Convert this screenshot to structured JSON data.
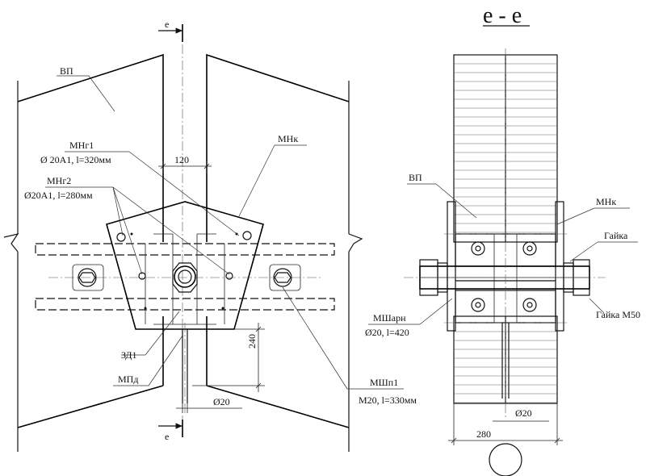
{
  "section": {
    "title": "е - е",
    "cut_mark": "е"
  },
  "left_view": {
    "labels": {
      "vp": "ВП",
      "mng1": "МНг1",
      "mng1_spec": "Ø 20А1, l=320мм",
      "mng2": "МНг2",
      "mng2_spec": "Ø20А1, l=280мм",
      "mnk": "МНк",
      "zd1": "ЗД1",
      "mpd": "МПд",
      "mshp1": "МШп1",
      "mshp1_spec": "М20, l=330мм"
    },
    "dimensions": {
      "width_120": "120",
      "height_240": "240",
      "dia_20": "Ø20"
    }
  },
  "right_view": {
    "labels": {
      "vp": "ВП",
      "mnk": "МНк",
      "nut": "Гайка",
      "nut_m50": "Гайка М50",
      "msharn": "МШарн",
      "msharn_spec": "Ø20, l=420"
    },
    "dimensions": {
      "width_280": "280",
      "dia_20": "Ø20"
    }
  }
}
